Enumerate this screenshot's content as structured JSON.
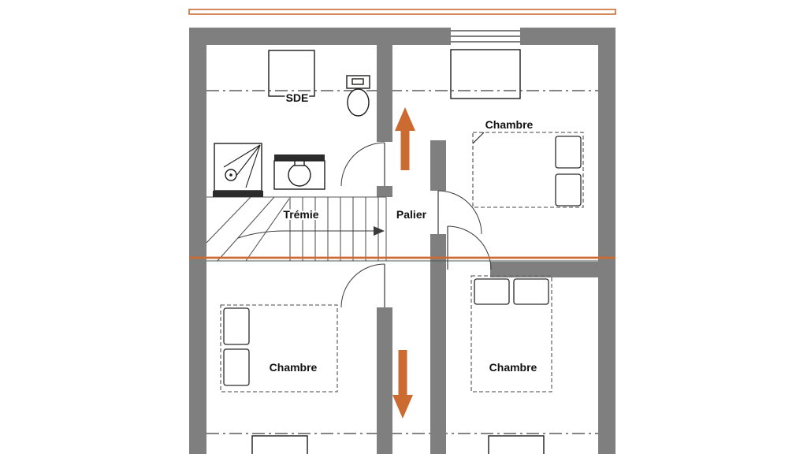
{
  "plan": {
    "room_labels": {
      "sde": "SDE",
      "tremie": "Trémie",
      "palier": "Palier",
      "chambre_top_right": "Chambre",
      "chambre_bottom_left": "Chambre",
      "chambre_bottom_right": "Chambre"
    },
    "colors": {
      "wall_gray": "#7f7f7f",
      "accent_orange": "#cb6a31",
      "ink": "#1d1d1b"
    }
  }
}
